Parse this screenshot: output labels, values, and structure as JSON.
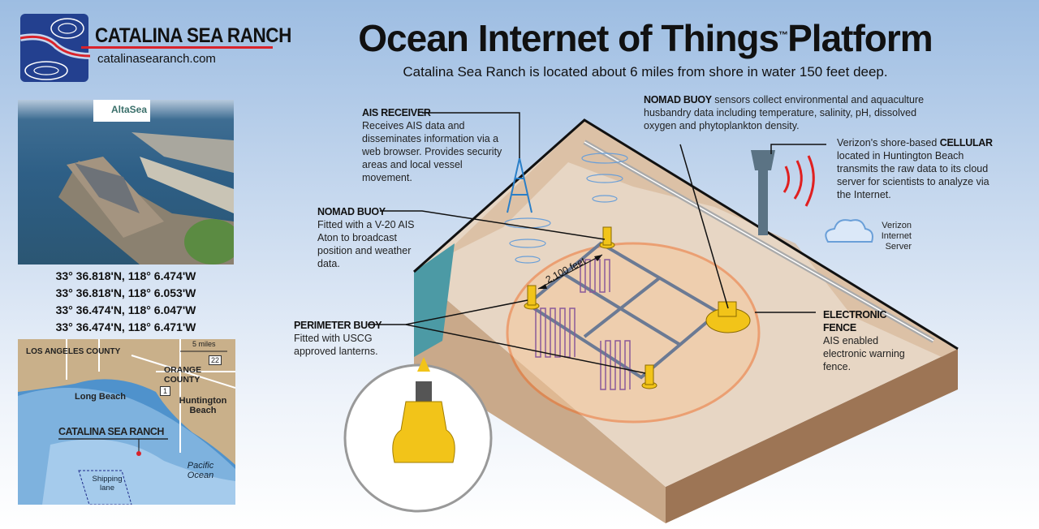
{
  "logo": {
    "name": "CATALINA SEA RANCH",
    "url": "catalinasearanch.com"
  },
  "photo": {
    "badge": "AltaSea"
  },
  "coordinates": [
    "33° 36.818'N,  118° 6.474'W",
    "33° 36.818'N,  118° 6.053'W",
    "33° 36.474'N,  118° 6.047'W",
    "33° 36.474'N,  118° 6.471'W"
  ],
  "map": {
    "la_county": "LOS ANGELES COUNTY",
    "scale": "5 miles",
    "route_22": "22",
    "route_1": "1",
    "orange_county": "ORANGE COUNTY",
    "long_beach": "Long Beach",
    "huntington_beach": "Huntington Beach",
    "ranch_label": "CATALINA SEA RANCH",
    "pacific": "Pacific Ocean",
    "shipping_lane": "Shipping lane"
  },
  "title": {
    "main": "Ocean Internet of Things",
    "tm": "™",
    "tail": "Platform"
  },
  "subtitle": "Catalina Sea Ranch is located about 6 miles from shore in water 150 feet deep.",
  "callouts": {
    "ais_receiver": {
      "heading": "AIS RECEIVER",
      "text": "Receives AIS data and disseminates information via a web browser. Provides security areas and local vessel movement."
    },
    "nomad_buoy_left": {
      "heading": "NOMAD BUOY",
      "text": "Fitted with a V-20 AIS Aton to broadcast position and weather data."
    },
    "perimeter_buoy": {
      "heading": "PERIMETER BUOY",
      "text": "Fitted with USCG approved lanterns."
    },
    "nomad_buoy_top": {
      "heading": "NOMAD BUOY",
      "text": "sensors collect environmental and aquaculture husbandry data including temperature, salinity, pH, dissolved oxygen and phytoplankton density."
    },
    "cellular": {
      "pre": "Verizon's shore-based",
      "heading": "CELLULAR",
      "text": "located in Huntington Beach transmits the raw data to its cloud server for scientists to analyze via the Internet."
    },
    "cloud": {
      "text": "Verizon Internet Server"
    },
    "electronic_fence": {
      "heading": "ELECTRONIC FENCE",
      "text": "AIS enabled electronic warning fence."
    }
  },
  "diagram": {
    "distance": "2,100 feet"
  },
  "colors": {
    "fence": "#f06a22",
    "signal": "#e02020",
    "buoy": "#f2c419",
    "logo_blue": "#23408f",
    "logo_red": "#d9232b"
  }
}
